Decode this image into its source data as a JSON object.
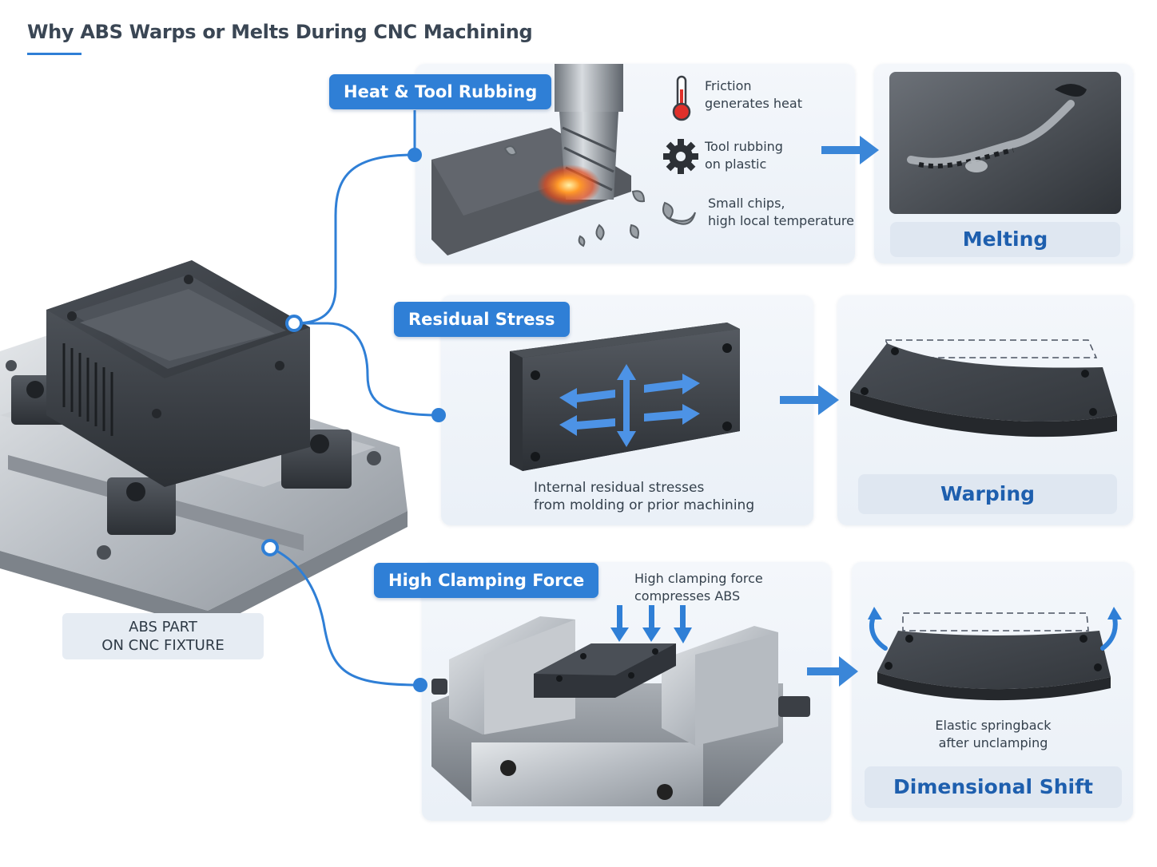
{
  "title": "Why ABS Warps or Melts During CNC Machining",
  "fixture": {
    "label_line1": "ABS PART",
    "label_line2": "ON CNC FIXTURE"
  },
  "heat": {
    "pill": "Heat & Tool Rubbing",
    "notes": [
      {
        "icon": "thermometer-icon",
        "line1": "Friction",
        "line2": "generates heat"
      },
      {
        "icon": "gear-icon",
        "line1": "Tool rubbing",
        "line2": "on plastic"
      },
      {
        "icon": "chip-icon",
        "line1": "Small chips,",
        "line2": "high local temperature"
      }
    ],
    "result": "Melting"
  },
  "stress": {
    "pill": "Residual Stress",
    "note_line1": "Internal residual stresses",
    "note_line2": "from molding or prior machining",
    "result": "Warping"
  },
  "clamp": {
    "pill": "High Clamping Force",
    "note_line1": "High clamping force",
    "note_line2": "compresses ABS",
    "result_note_line1": "Elastic springback",
    "result_note_line2": "after unclamping",
    "result": "Dimensional Shift"
  },
  "colors": {
    "accent": "#2f7fd6",
    "result_text": "#1e5fae",
    "panel": "#eef3f8",
    "metal": "#b9bec4",
    "plastic": "#3b3f45"
  }
}
